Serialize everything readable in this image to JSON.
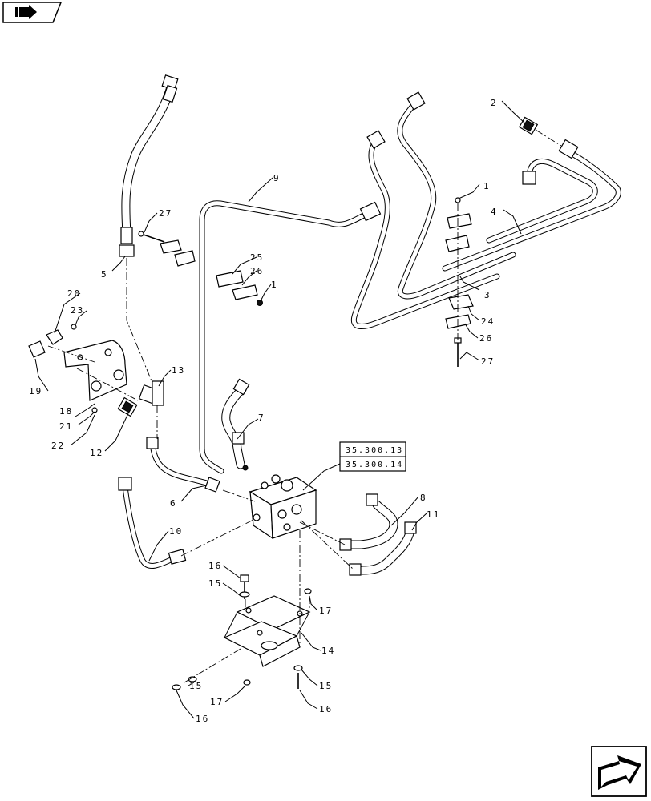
{
  "nav": {
    "prev_icon": "page-back-arrow-icon",
    "next_icon": "page-forward-arrow-icon"
  },
  "references": [
    "35.300.13",
    "35.300.14"
  ],
  "callouts": {
    "c1a": "1",
    "c1b": "1",
    "c2": "2",
    "c3": "3",
    "c4": "4",
    "c5": "5",
    "c6": "6",
    "c7": "7",
    "c8": "8",
    "c9": "9",
    "c10": "10",
    "c11": "11",
    "c12": "12",
    "c13": "13",
    "c14": "14",
    "c15a": "15",
    "c15b": "15",
    "c15c": "15",
    "c16a": "16",
    "c16b": "16",
    "c16c": "16",
    "c17a": "17",
    "c17b": "17",
    "c18": "18",
    "c19": "19",
    "c20": "20",
    "c21": "21",
    "c22": "22",
    "c23": "23",
    "c24": "24",
    "c25": "25",
    "c26a": "26",
    "c26b": "26",
    "c27a": "27",
    "c27b": "27"
  }
}
